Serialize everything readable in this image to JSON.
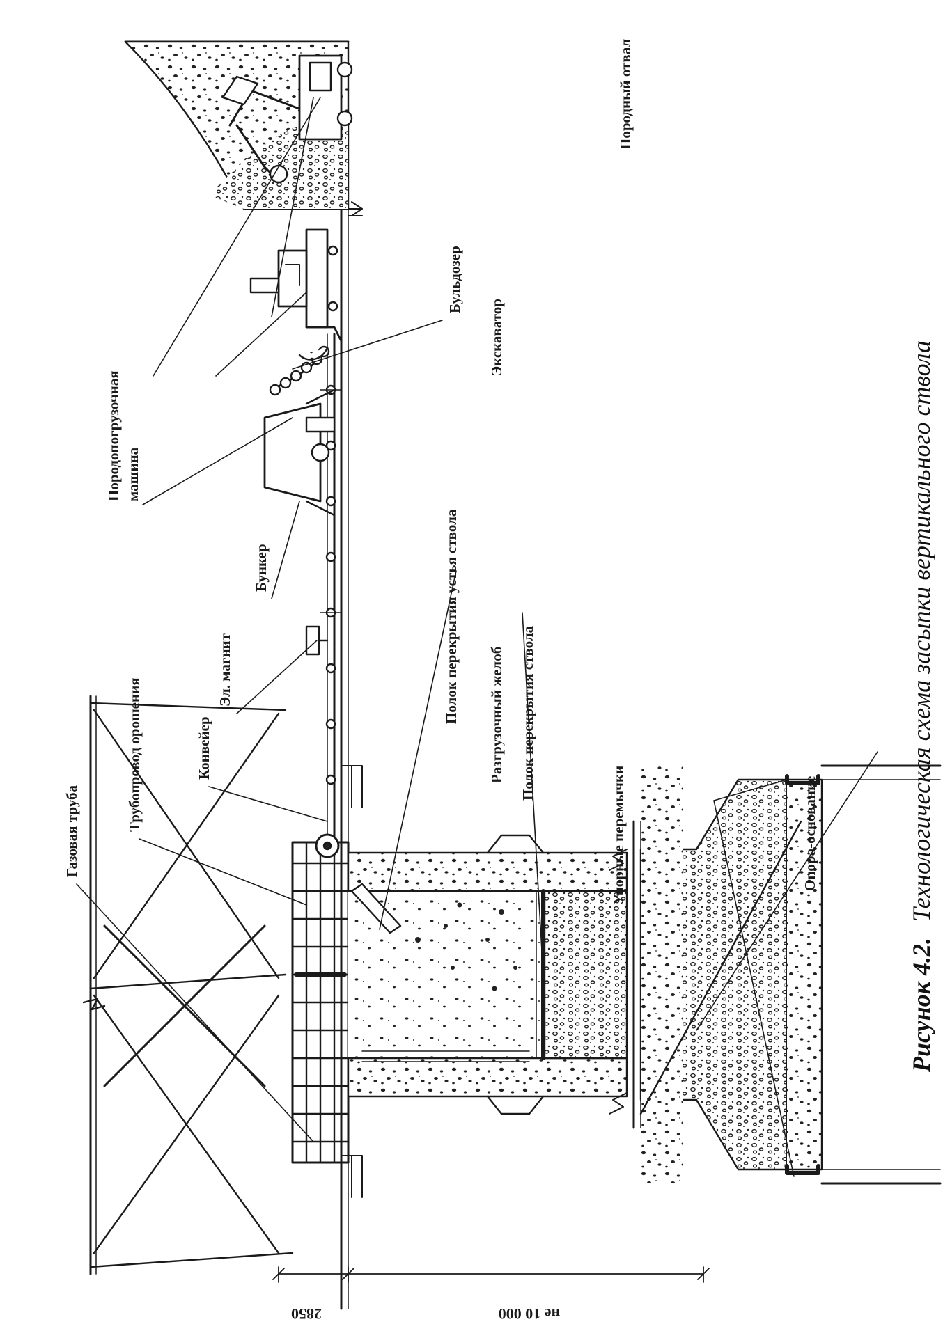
{
  "caption": {
    "number": "Рисунок 4.2.",
    "title": "Технологическая  схема засыпки вертикального ствола"
  },
  "labels": {
    "gas_pipe": "Газовая труба",
    "irrigation_pipeline": "Трубопровод орошения",
    "conveyor": "Конвейер",
    "el_magnet": "Эл. магнит",
    "bunker": "Бункер",
    "rock_loader_line1": "Породопогрузочная",
    "rock_loader_line2": "машина",
    "bulldozer": "Бульдозер",
    "excavator": "Экскаватор",
    "rock_dump": "Породный отвал",
    "shaft_mouth_deck": "Полок перекрытия устья ствола",
    "unloading_chute": "Разгрузочный желоб",
    "shaft_deck": "Полок перекрытия ствола",
    "stop_bulkheads": "Упорные перемычки",
    "support_base": "Опора-основание"
  },
  "dimensions": {
    "upper": "2850",
    "lower": "не 10 000"
  },
  "colors": {
    "ink": "#1a1a1a",
    "paper": "#ffffff"
  }
}
